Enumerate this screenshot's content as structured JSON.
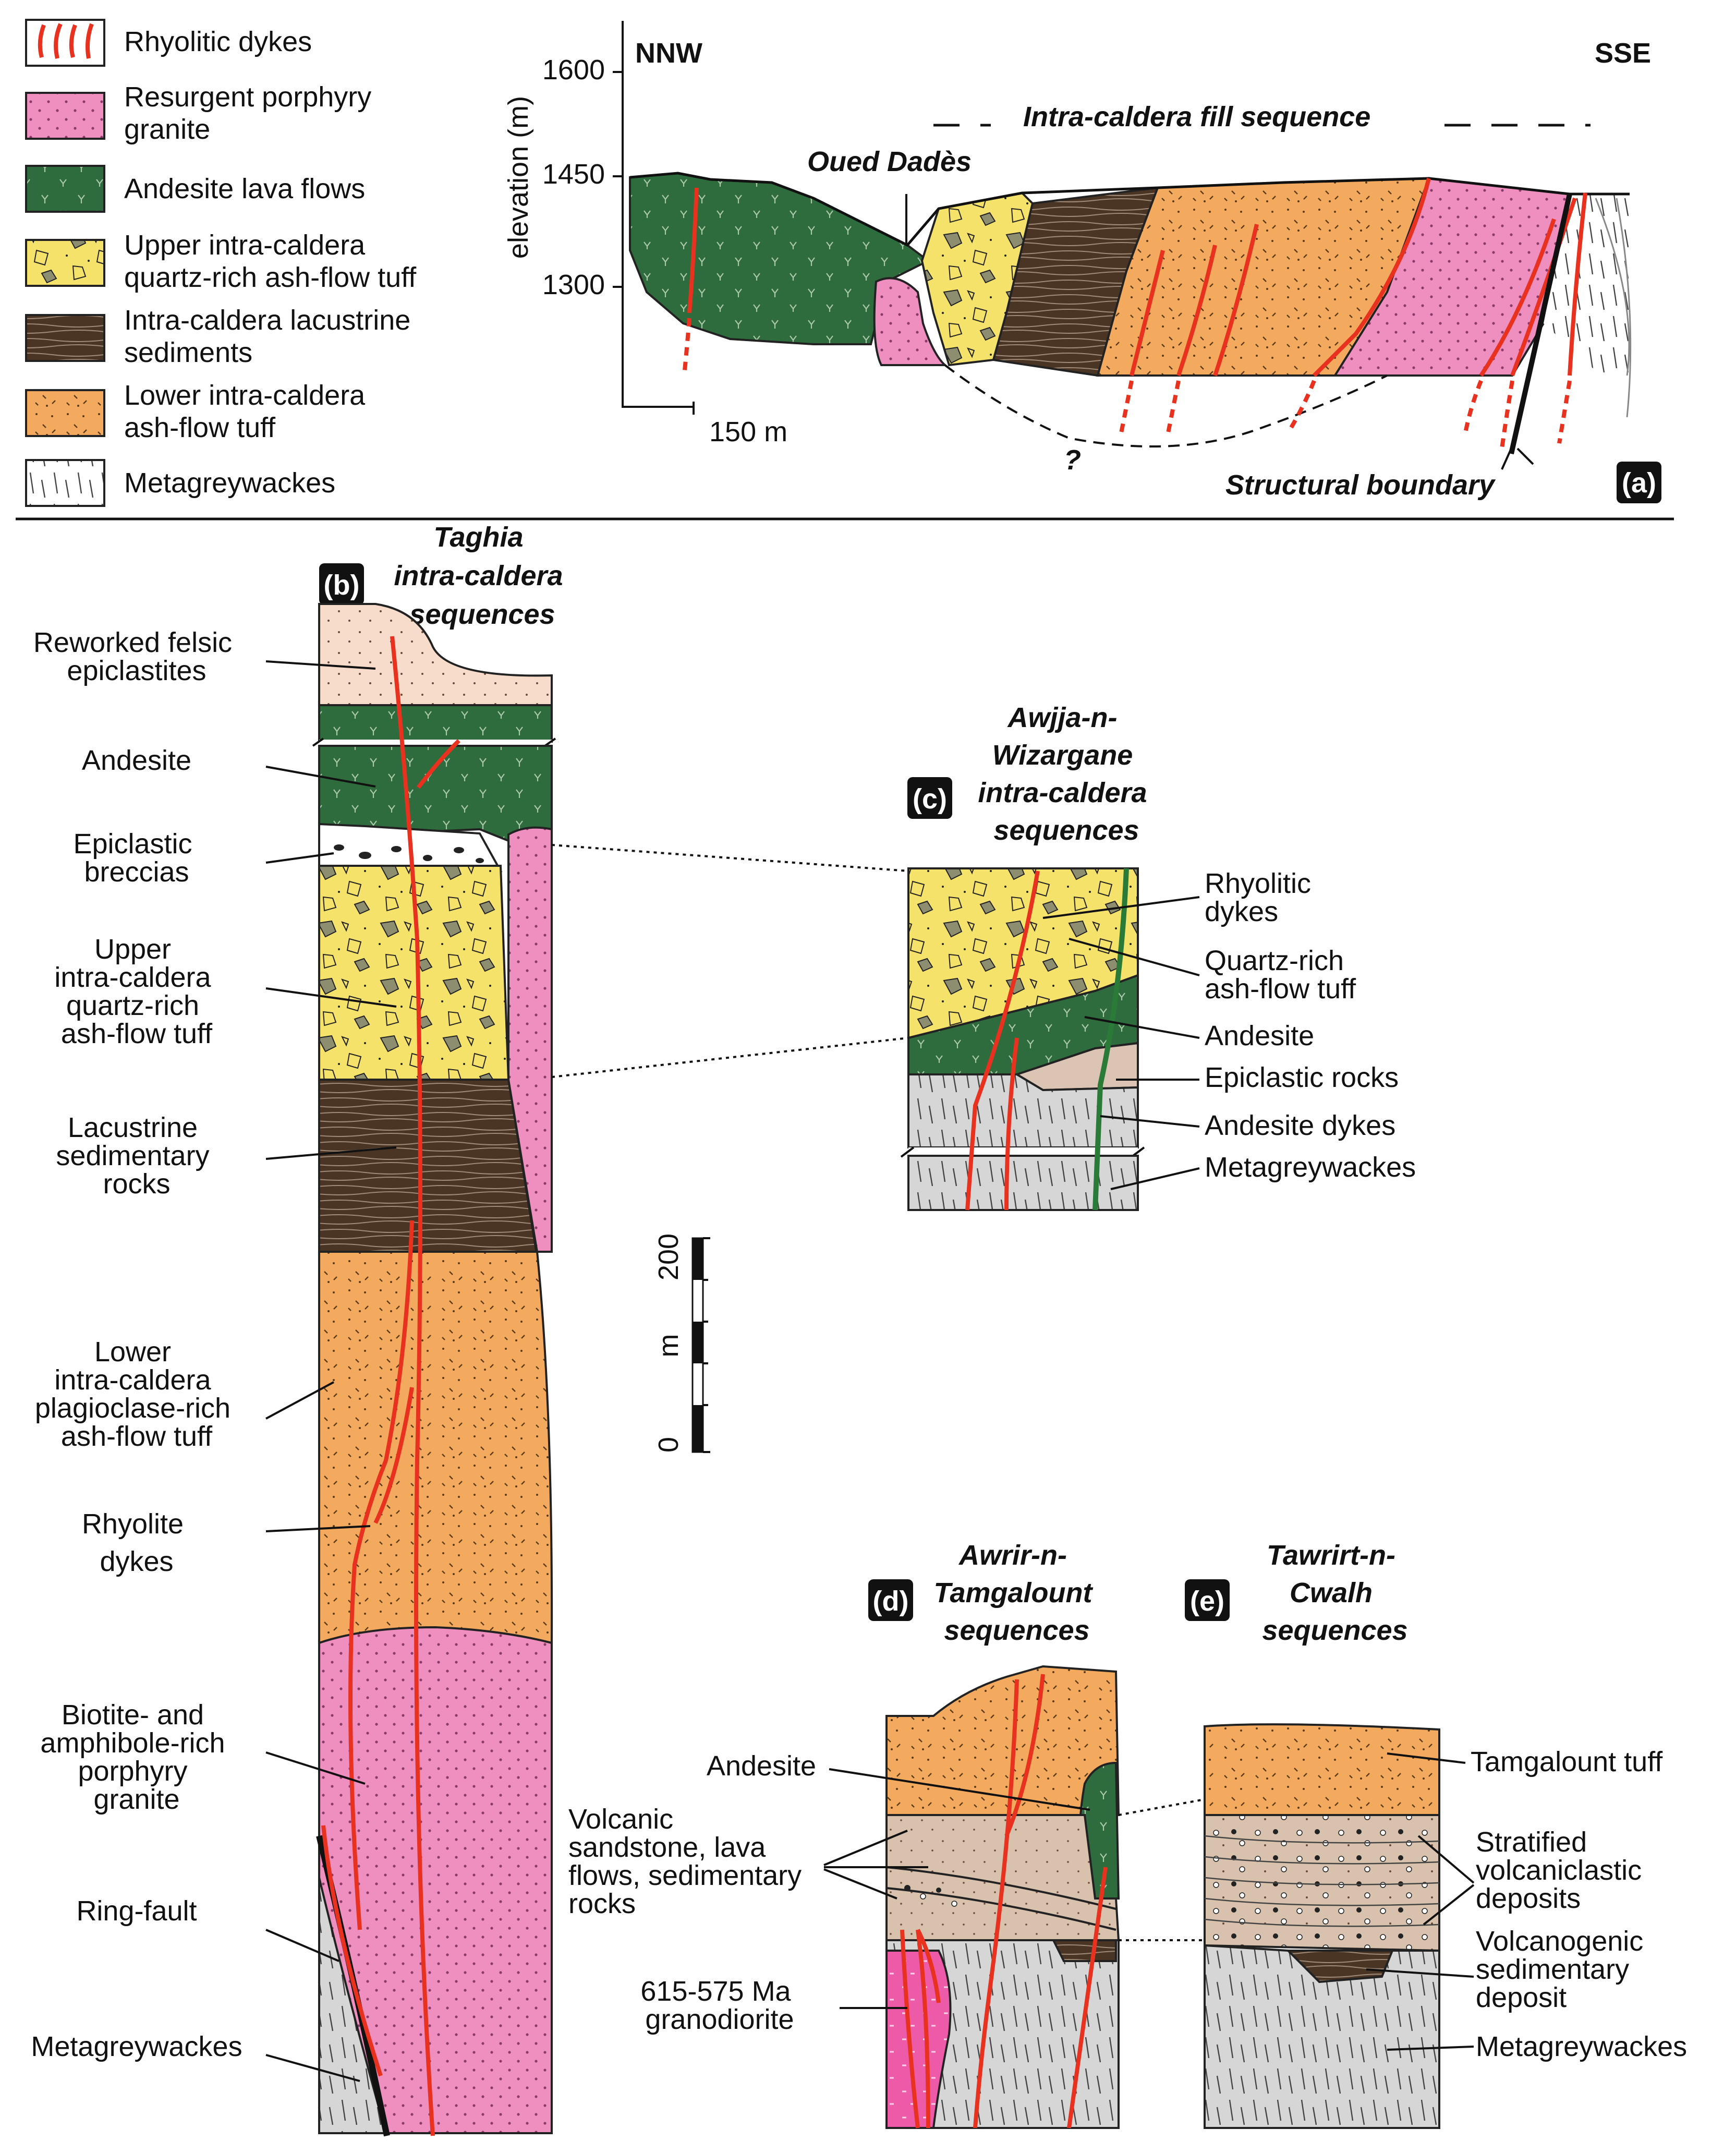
{
  "colors": {
    "rhyolite_dyke": "#e8311e",
    "porphyry_granite": "#ef8fbf",
    "andesite": "#2e6b3d",
    "upper_tuff": "#f5e26a",
    "lacustrine": "#4a3424",
    "lower_tuff": "#f4aa5e",
    "metagreywacke": "#d6d6d6",
    "epiclastite": "#f7dccb",
    "volcanic_sandstone": "#d8c1ad",
    "granodiorite": "#ec5aa8",
    "andesite_dyke": "#2a7a38"
  },
  "legend": [
    {
      "label": "Rhyolitic dykes",
      "pattern": "rhyolite_dyke"
    },
    {
      "label": "Resurgent porphyry granite",
      "pattern": "porphyry_granite"
    },
    {
      "label": "Andesite lava flows",
      "pattern": "andesite"
    },
    {
      "label": "Upper intra-caldera quartz-rich ash-flow tuff",
      "pattern": "upper_tuff"
    },
    {
      "label": "Intra-caldera lacustrine sediments",
      "pattern": "lacustrine"
    },
    {
      "label": "Lower intra-caldera ash-flow tuff",
      "pattern": "lower_tuff"
    },
    {
      "label": "Metagreywackes",
      "pattern": "metagreywacke"
    }
  ],
  "panel_a": {
    "badge": "(a)",
    "y_axis_label": "elevation (m)",
    "y_ticks": [
      "1600",
      "1450",
      "1300"
    ],
    "scale_label": "150 m",
    "dir_left": "NNW",
    "dir_right": "SSE",
    "fill_label": "Intra-caldera fill sequence",
    "river_label": "Oued Dadès",
    "question_mark": "?",
    "boundary_label": "Structural boundary"
  },
  "panel_b": {
    "badge": "(b)",
    "title": [
      "Taghia",
      "intra-caldera",
      "sequences"
    ],
    "labels": {
      "reworked": [
        "Reworked felsic",
        "epiclastites"
      ],
      "andesite": [
        "Andesite"
      ],
      "breccias": [
        "Epiclastic",
        "breccias"
      ],
      "upper_tuff": [
        "Upper",
        "intra-caldera",
        "quartz-rich",
        "ash-flow tuff"
      ],
      "lacustrine": [
        "Lacustrine",
        "sedimentary",
        "rocks"
      ],
      "lower_tuff": [
        "Lower",
        "intra-caldera",
        "plagioclase-rich",
        "ash-flow tuff"
      ],
      "rhyolite": [
        "Rhyolite",
        "dykes"
      ],
      "granite": [
        "Biotite- and",
        "amphibole-rich",
        "porphyry",
        "granite"
      ],
      "ring_fault": [
        "Ring-fault"
      ],
      "metagreywackes": [
        "Metagreywackes"
      ]
    }
  },
  "panel_c": {
    "badge": "(c)",
    "title": [
      "Awjja-n-",
      "Wizargane",
      "intra-caldera",
      "sequences"
    ],
    "labels": {
      "rhyolitic": [
        "Rhyolitic",
        "dykes"
      ],
      "quartz_tuff": [
        "Quartz-rich",
        "ash-flow tuff"
      ],
      "andesite": [
        "Andesite"
      ],
      "epiclastic": [
        "Epiclastic rocks"
      ],
      "andesite_dykes": [
        "Andesite dykes"
      ],
      "metagreywackes": [
        "Metagreywackes"
      ]
    }
  },
  "scale_bar": {
    "top_label": "200",
    "unit_label": "m",
    "bottom_label": "0"
  },
  "panel_d": {
    "badge": "(d)",
    "title": [
      "Awrir-n-",
      "Tamgalount",
      "sequences"
    ],
    "labels": {
      "andesite": [
        "Andesite"
      ],
      "volcanic": [
        "Volcanic",
        "sandstone,  lava",
        "flows, sedimentary",
        "rocks"
      ],
      "granodiorite": [
        "615-575 Ma",
        "granodiorite"
      ]
    }
  },
  "panel_e": {
    "badge": "(e)",
    "title": [
      "Tawrirt-n-",
      "Cwalh",
      "sequences"
    ],
    "labels": {
      "tamgalount": [
        "Tamgalount tuff"
      ],
      "stratified": [
        "Stratified",
        "volcaniclastic",
        "deposits"
      ],
      "volcanogenic": [
        "Volcanogenic",
        "sedimentary",
        "deposit"
      ],
      "metagreywackes": [
        "Metagreywackes"
      ]
    }
  }
}
